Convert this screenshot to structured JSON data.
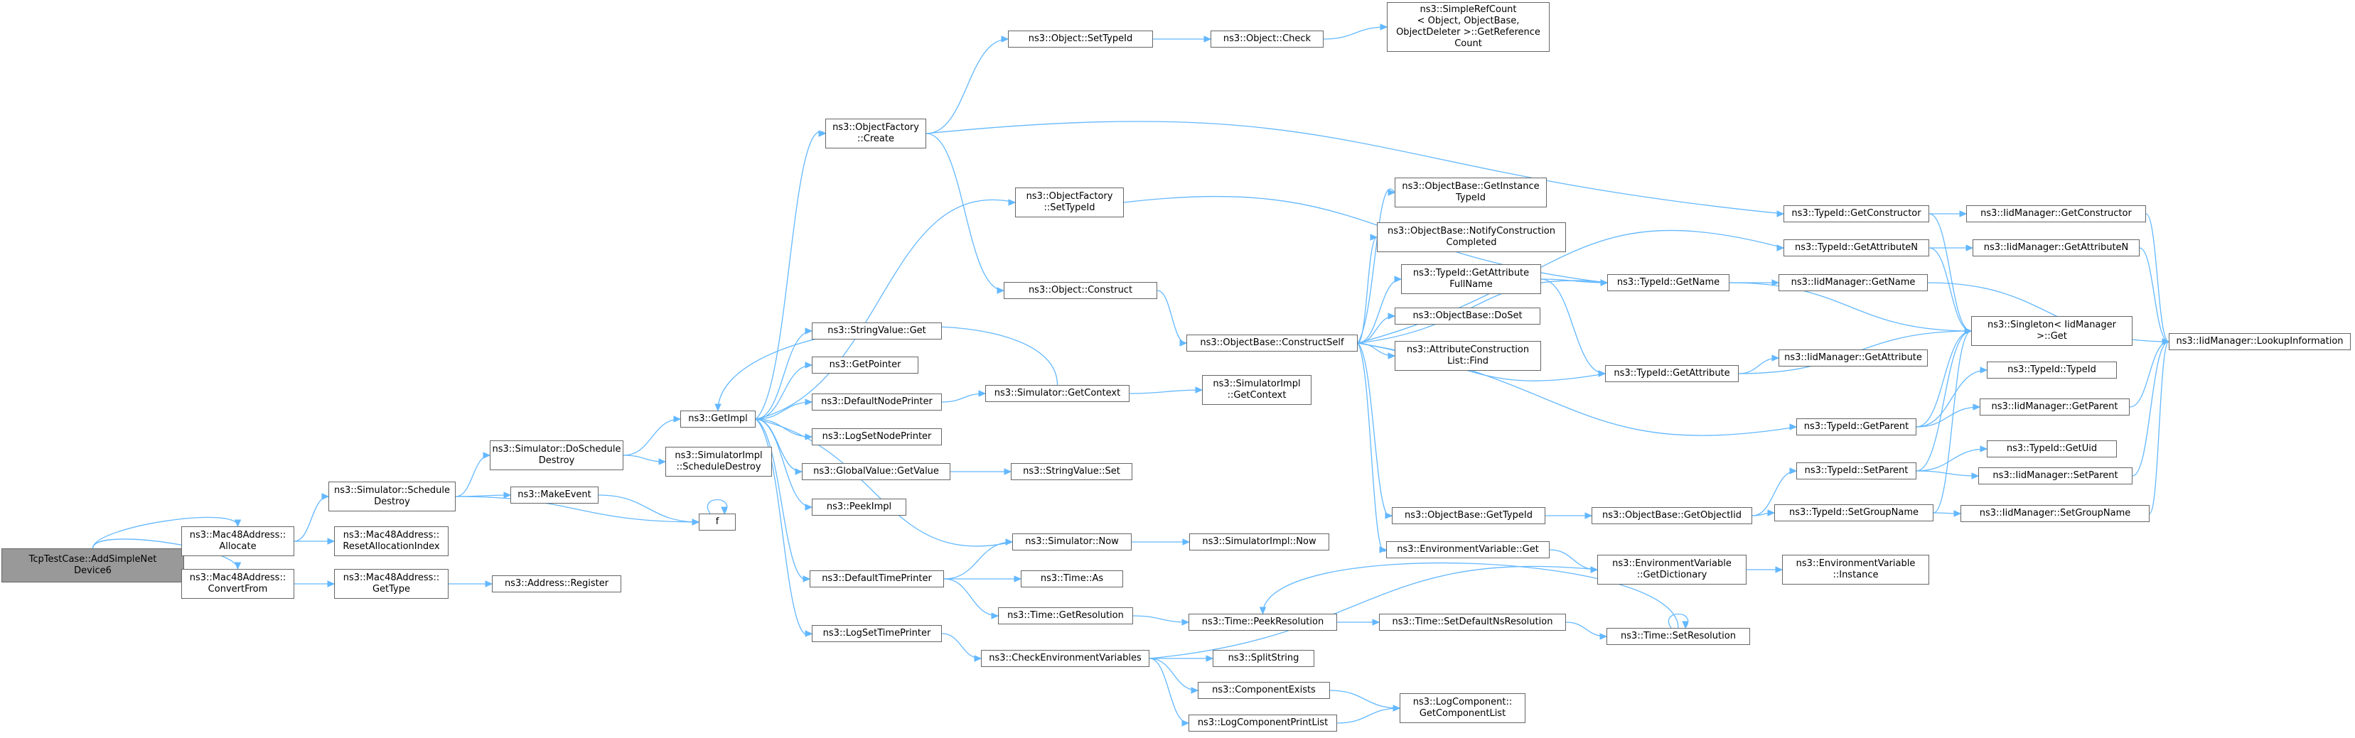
{
  "colors": {
    "edge": "#63b8ff",
    "node_border": "#666666",
    "node_fill": "#ffffff",
    "root_fill": "#999999",
    "text": "#000000"
  },
  "nodes": {
    "root": "TcpTestCase::AddSimpleNet\nDevice6",
    "mac_allocate": "ns3::Mac48Address::\nAllocate",
    "mac_convertfrom": "ns3::Mac48Address::\nConvertFrom",
    "mac_reset": "ns3::Mac48Address::\nResetAllocationIndex",
    "mac_gettype": "ns3::Mac48Address::\nGetType",
    "address_register": "ns3::Address::Register",
    "sim_schedule_destroy": "ns3::Simulator::Schedule\nDestroy",
    "make_event": "ns3::MakeEvent",
    "f": "f",
    "sim_doschedule_destroy": "ns3::Simulator::DoSchedule\nDestroy",
    "simimpl_schedule_destroy": "ns3::SimulatorImpl\n::ScheduleDestroy",
    "getimpl": "ns3::GetImpl",
    "objfactory_create": "ns3::ObjectFactory\n::Create",
    "objfactory_settypeid": "ns3::ObjectFactory\n::SetTypeId",
    "object_construct": "ns3::Object::Construct",
    "object_settypeid": "ns3::Object::SetTypeId",
    "object_check": "ns3::Object::Check",
    "simplerefcount": "ns3::SimpleRefCount\n< Object, ObjectBase,\nObjectDeleter >::GetReference\nCount",
    "stringvalue_get": "ns3::StringValue::Get",
    "getpointer": "ns3::GetPointer",
    "default_node_printer": "ns3::DefaultNodePrinter",
    "log_set_node_printer": "ns3::LogSetNodePrinter",
    "globalvalue_getvalue": "ns3::GlobalValue::GetValue",
    "peekimpl": "ns3::PeekImpl",
    "default_time_printer": "ns3::DefaultTimePrinter",
    "log_set_time_printer": "ns3::LogSetTimePrinter",
    "sim_getcontext": "ns3::Simulator::GetContext",
    "simimpl_getcontext": "ns3::SimulatorImpl\n::GetContext",
    "stringvalue_set": "ns3::StringValue::Set",
    "sim_now": "ns3::Simulator::Now",
    "simimpl_now": "ns3::SimulatorImpl::Now",
    "time_as": "ns3::Time::As",
    "time_getresolution": "ns3::Time::GetResolution",
    "check_env_vars": "ns3::CheckEnvironmentVariables",
    "split_string": "ns3::SplitString",
    "component_exists": "ns3::ComponentExists",
    "log_component_printlist": "ns3::LogComponentPrintList",
    "logcomponent_getcomponentlist": "ns3::LogComponent::\nGetComponentList",
    "time_peekresolution": "ns3::Time::PeekResolution",
    "time_setdefaultnsresolution": "ns3::Time::SetDefaultNsResolution",
    "time_setresolution": "ns3::Time::SetResolution",
    "objectbase_constructself": "ns3::ObjectBase::ConstructSelf",
    "objectbase_getinstancetypeid": "ns3::ObjectBase::GetInstance\nTypeId",
    "objectbase_notifyconstruction": "ns3::ObjectBase::NotifyConstruction\nCompleted",
    "typeid_getattributefullname": "ns3::TypeId::GetAttribute\nFullName",
    "objectbase_doset": "ns3::ObjectBase::DoSet",
    "attrconstructionlist_find": "ns3::AttributeConstruction\nList::Find",
    "objectbase_gettypeid": "ns3::ObjectBase::GetTypeId",
    "env_var_get": "ns3::EnvironmentVariable::Get",
    "typeid_getconstructor": "ns3::TypeId::GetConstructor",
    "typeid_getattributen": "ns3::TypeId::GetAttributeN",
    "typeid_getname": "ns3::TypeId::GetName",
    "typeid_getattribute": "ns3::TypeId::GetAttribute",
    "typeid_getparent": "ns3::TypeId::GetParent",
    "typeid_setparent": "ns3::TypeId::SetParent",
    "typeid_setgroupname": "ns3::TypeId::SetGroupName",
    "objectbase_getobjectiid": "ns3::ObjectBase::GetObjectIid",
    "env_var_getdictionary": "ns3::EnvironmentVariable\n::GetDictionary",
    "env_var_instance": "ns3::EnvironmentVariable\n::Instance",
    "iidmgr_getconstructor": "ns3::IidManager::GetConstructor",
    "iidmgr_getattributen": "ns3::IidManager::GetAttributeN",
    "iidmgr_getname": "ns3::IidManager::GetName",
    "iidmgr_getattribute": "ns3::IidManager::GetAttribute",
    "singleton_get": "ns3::Singleton< IidManager\n>::Get",
    "typeid_typeid": "ns3::TypeId::TypeId",
    "iidmgr_getparent": "ns3::IidManager::GetParent",
    "typeid_getuid": "ns3::TypeId::GetUid",
    "iidmgr_setparent": "ns3::IidManager::SetParent",
    "iidmgr_setgroupname": "ns3::IidManager::SetGroupName",
    "iidmgr_lookupinformation": "ns3::IidManager::LookupInformation"
  }
}
